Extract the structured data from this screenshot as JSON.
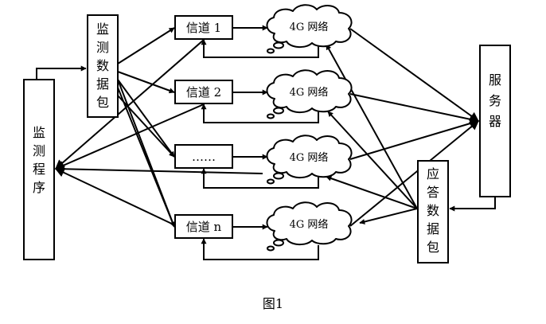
{
  "monitor_packet": {
    "label": "监测数据包"
  },
  "monitor_program": {
    "label": "监测程序"
  },
  "server": {
    "label": "服务器"
  },
  "response_packet": {
    "label": "应答数据包"
  },
  "channels": [
    {
      "label": "信道 1"
    },
    {
      "label": "信道 2"
    },
    {
      "label": "……"
    },
    {
      "label": "信道 n"
    }
  ],
  "networks": [
    {
      "label": "4G 网络"
    },
    {
      "label": "4G 网络"
    },
    {
      "label": "4G 网络"
    },
    {
      "label": "4G 网络"
    }
  ],
  "caption": "图1"
}
